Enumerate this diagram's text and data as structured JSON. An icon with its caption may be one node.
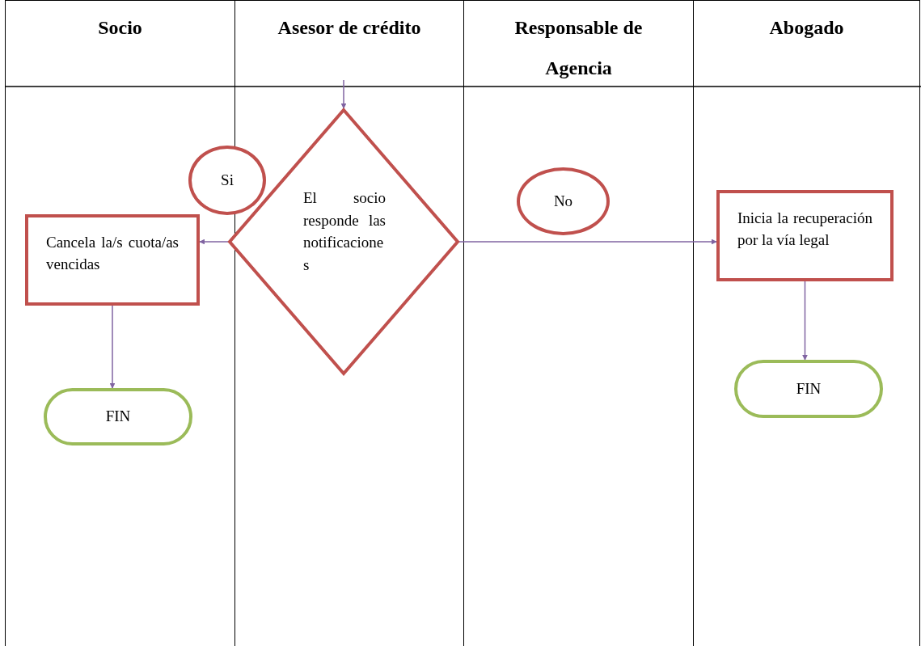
{
  "diagram": {
    "nodes": [
      {
        "text": [
          "Cancela la/s cuota/as vencidas"
        ]
      },
      {
        "text": [
          "FIN"
        ]
      },
      {
        "text": [
          "El socio responde las notificaciones"
        ]
      },
      {
        "text": [
          "Inicia la recuperación por la vía legal"
        ]
      },
      {
        "text": [
          "FIN"
        ]
      }
    ],
    "edges": [
      {
        "from": null,
        "to": 2,
        "arrow": "to"
      },
      {
        "from": 2,
        "to": 0,
        "arrow": "to",
        "label": "Si"
      },
      {
        "from": 2,
        "to": 3,
        "arrow": "to",
        "label": "No"
      },
      {
        "from": 0,
        "to": 1,
        "arrow": "to"
      },
      {
        "from": 3,
        "to": 4,
        "arrow": "to"
      }
    ],
    "labels": [
      "Socio",
      "Asesor de crédito",
      "Responsable de Agencia",
      "Abogado"
    ]
  }
}
